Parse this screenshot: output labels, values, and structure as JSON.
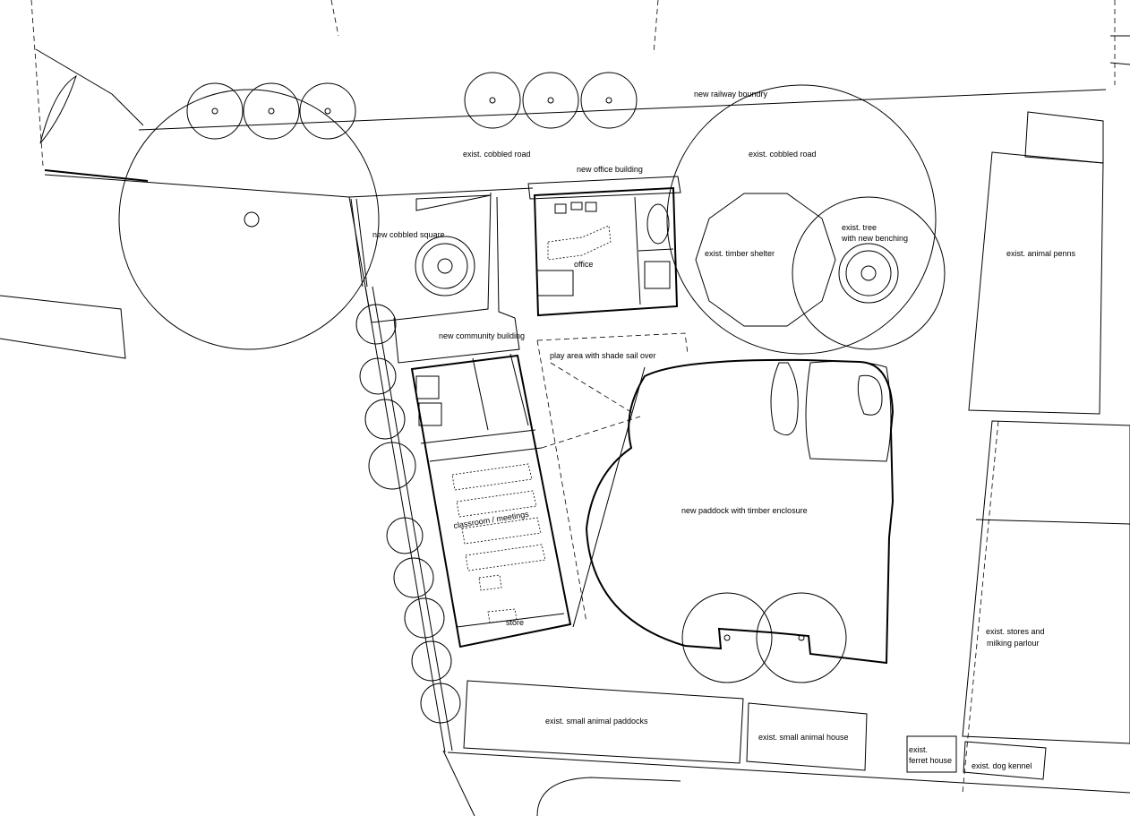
{
  "title": "Site plan",
  "colors": {
    "line": "#000000",
    "background": "#ffffff"
  },
  "labels": {
    "railway_boundary": "new railway boundry",
    "cobbled_road_left": "exist. cobbled road",
    "cobbled_road_right": "exist. cobbled road",
    "office_building": "new office building",
    "cobbled_square": "new cobbled square",
    "office": "office",
    "timber_shelter": "exist. timber shelter",
    "tree_benching_1": "exist. tree",
    "tree_benching_2": "with new benching",
    "animal_penns": "exist. animal penns",
    "community_building": "new community building",
    "play_area": "play area with shade sail over",
    "classroom": "classroom / meetings",
    "paddock": "new paddock with timber enclosure",
    "store": "store",
    "stores_parlour_1": "exist. stores and",
    "stores_parlour_2": "milking parlour",
    "small_paddocks": "exist. small animal paddocks",
    "small_house": "exist. small animal house",
    "ferret_1": "exist.",
    "ferret_2": "ferret house",
    "dog_kennel": "exist. dog kennel"
  }
}
